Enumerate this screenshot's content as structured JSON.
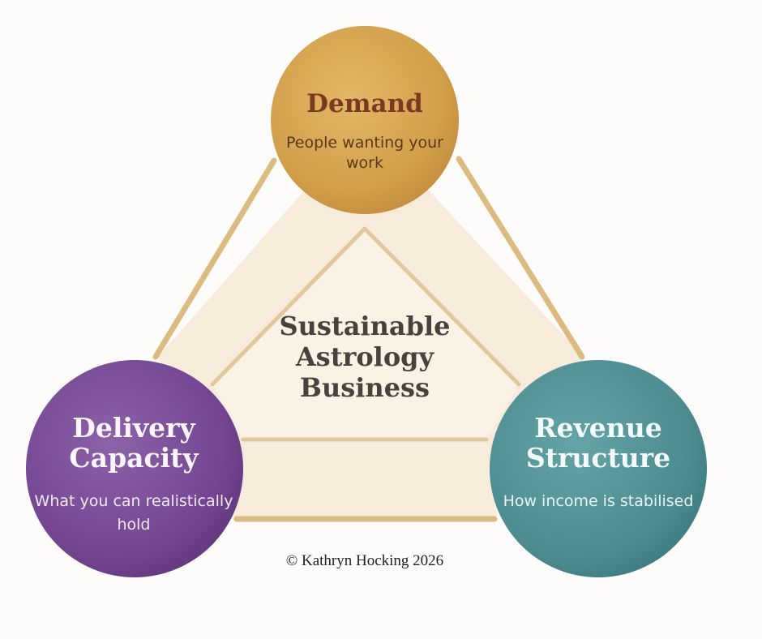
{
  "nodes": {
    "demand": {
      "title": "Demand",
      "subtitle": "People wanting your work",
      "color": "#d3a04c"
    },
    "delivery": {
      "title": "Delivery Capacity",
      "subtitle": "What you can realistically hold",
      "color": "#7b4e96"
    },
    "revenue": {
      "title": "Revenue Structure",
      "subtitle": "How income is stabilised",
      "color": "#4e8f93"
    }
  },
  "center": {
    "label": "Sustainable Astrology Business"
  },
  "copyright": "© Kathryn Hocking 2026",
  "colors": {
    "triangle_fill": "#f7ebdc",
    "triangle_edge": "#ddbd83",
    "inner_fill": "#faf0e4"
  }
}
